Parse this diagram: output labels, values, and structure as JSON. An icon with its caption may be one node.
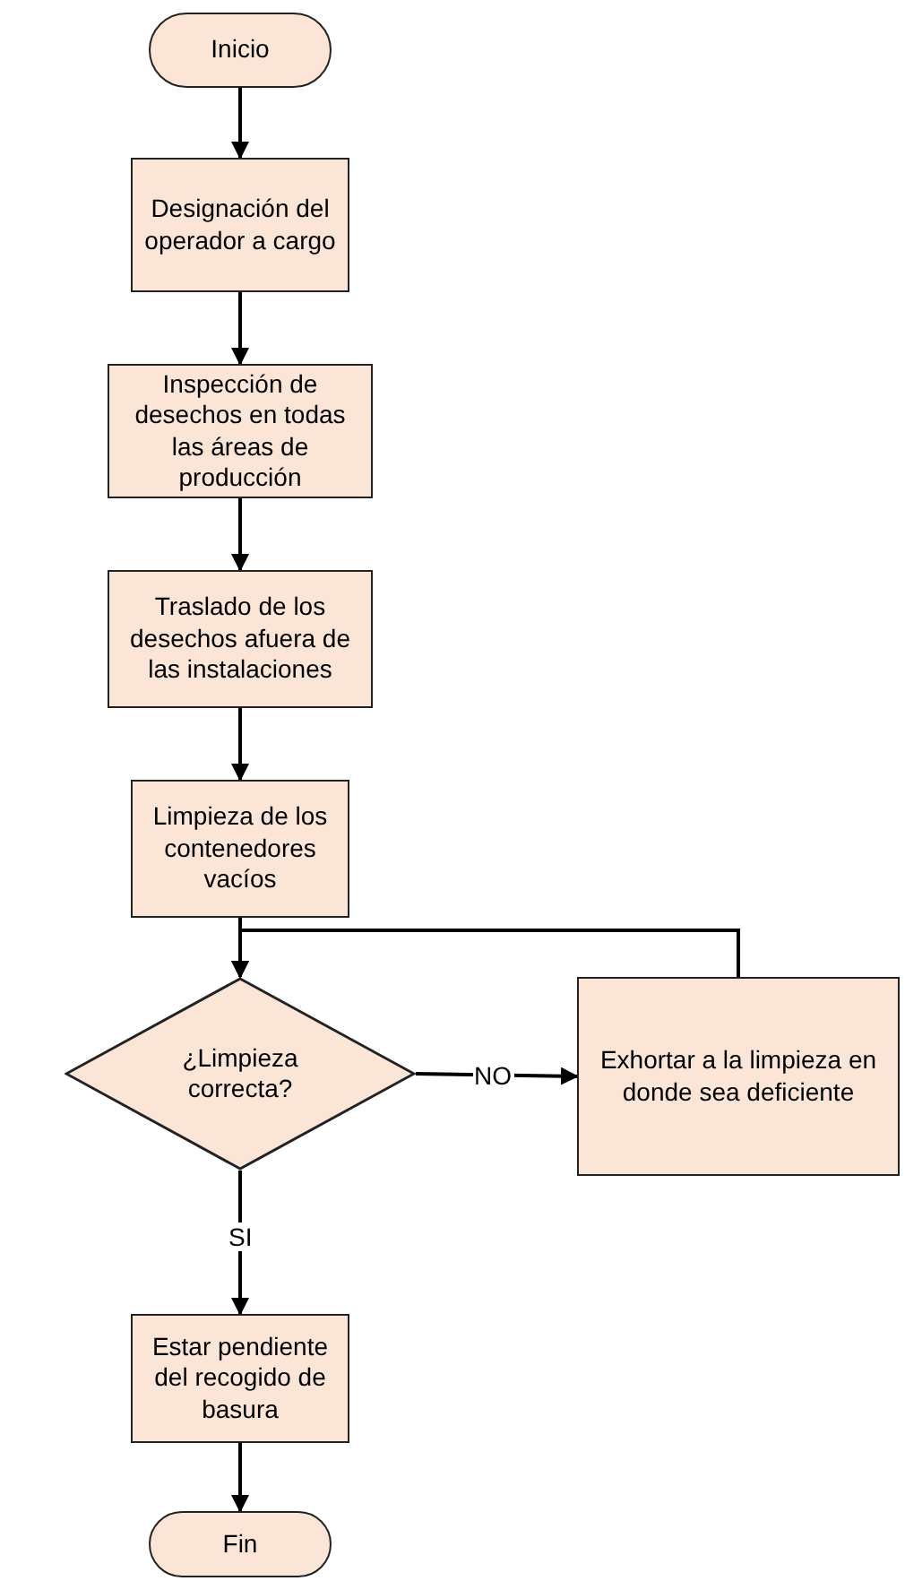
{
  "diagram": {
    "nodes": [
      {
        "text": [
          "Inicio"
        ]
      },
      {
        "text": [
          "Designación del operador a cargo"
        ]
      },
      {
        "text": [
          "Inspección de desechos en todas las áreas de producción"
        ]
      },
      {
        "text": [
          "Traslado de los desechos afuera de las instalaciones"
        ]
      },
      {
        "text": [
          "Limpieza de los contenedores vacíos"
        ]
      },
      {
        "text": [
          "¿Limpieza correcta?"
        ]
      },
      {
        "text": [
          "Exhortar a la limpieza en donde sea deficiente"
        ]
      },
      {
        "text": [
          "Estar pendiente del recogido de basura"
        ]
      },
      {
        "text": [
          "Fin"
        ]
      }
    ],
    "edges": [
      {
        "from": 0,
        "to": 1,
        "arrow": "to"
      },
      {
        "from": 1,
        "to": 2,
        "arrow": "to"
      },
      {
        "from": 2,
        "to": 3,
        "arrow": "to"
      },
      {
        "from": 3,
        "to": 4,
        "arrow": "to"
      },
      {
        "from": 4,
        "to": 5,
        "arrow": "to"
      },
      {
        "from": 5,
        "to": 6,
        "arrow": "to",
        "label": "NO"
      },
      {
        "from": 6,
        "to": 5,
        "arrow": "to"
      },
      {
        "from": 5,
        "to": 7,
        "arrow": "to",
        "label": "SI"
      },
      {
        "from": 7,
        "to": 8,
        "arrow": "to"
      }
    ]
  }
}
